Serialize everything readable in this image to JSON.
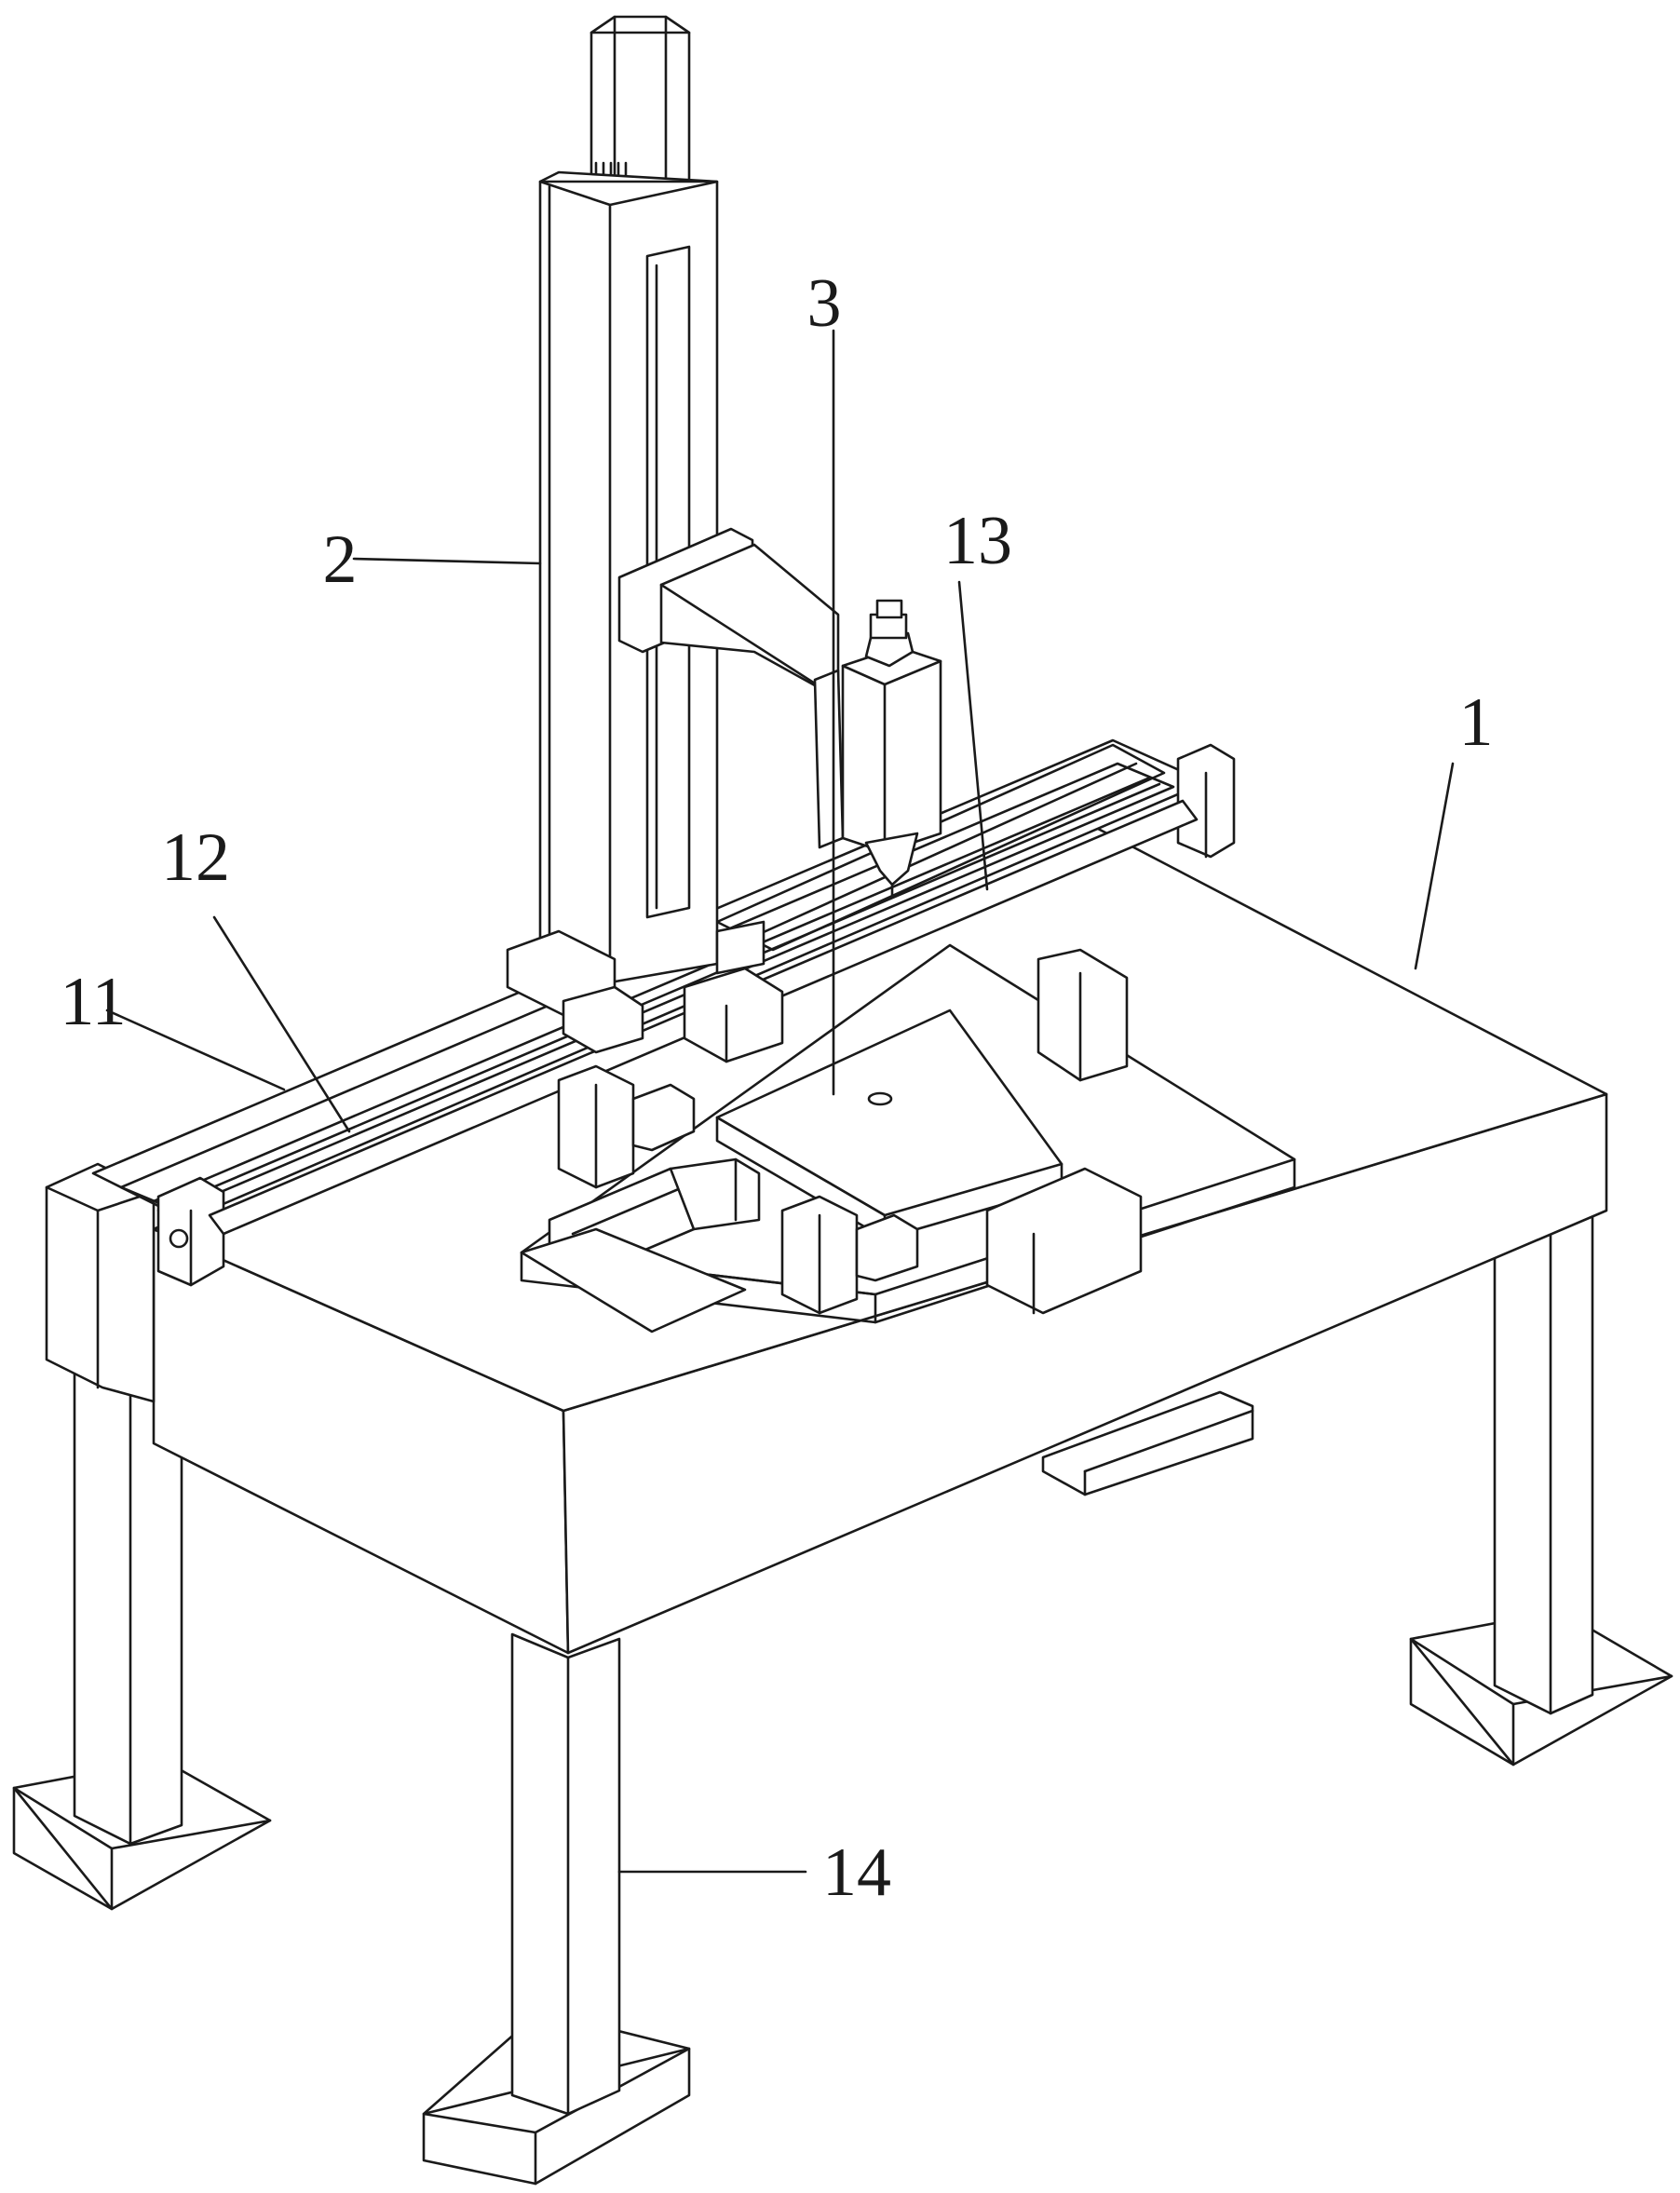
{
  "figure": {
    "labels": {
      "frame": "1",
      "column": "2",
      "workpiece_plate": "3",
      "side_plate": "11",
      "rail": "12",
      "cross_rail": "13",
      "leg": "14"
    },
    "line_color": "#1a1a1a",
    "background": "#ffffff"
  }
}
